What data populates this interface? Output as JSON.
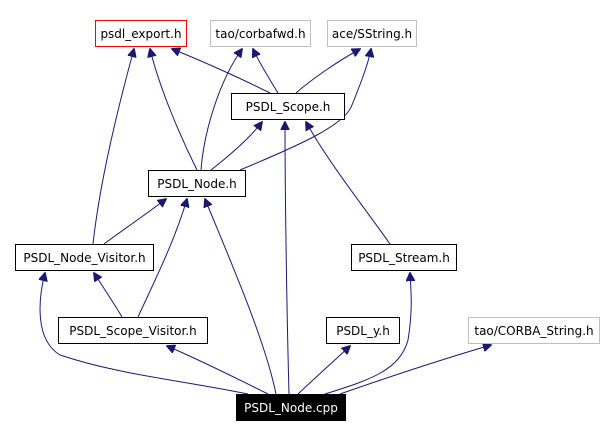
{
  "diagram": {
    "nodes": [
      {
        "id": "psdl_export",
        "label": "psdl_export.h",
        "style": "highlight",
        "link": true
      },
      {
        "id": "corbafwd",
        "label": "tao/corbafwd.h",
        "style": "external",
        "link": false
      },
      {
        "id": "sstring",
        "label": "ace/SString.h",
        "style": "external",
        "link": false
      },
      {
        "id": "scope",
        "label": "PSDL_Scope.h",
        "style": "normal",
        "link": true
      },
      {
        "id": "node",
        "label": "PSDL_Node.h",
        "style": "normal",
        "link": true
      },
      {
        "id": "node_visitor",
        "label": "PSDL_Node_Visitor.h",
        "style": "normal",
        "link": true
      },
      {
        "id": "stream",
        "label": "PSDL_Stream.h",
        "style": "normal",
        "link": true
      },
      {
        "id": "scope_visitor",
        "label": "PSDL_Scope_Visitor.h",
        "style": "normal",
        "link": true
      },
      {
        "id": "y",
        "label": "PSDL_y.h",
        "style": "normal",
        "link": true
      },
      {
        "id": "corba_string",
        "label": "tao/CORBA_String.h",
        "style": "external",
        "link": false
      },
      {
        "id": "node_cpp",
        "label": "PSDL_Node.cpp",
        "style": "root",
        "link": false
      }
    ],
    "edges": [
      {
        "from": "scope",
        "to": "psdl_export"
      },
      {
        "from": "scope",
        "to": "corbafwd"
      },
      {
        "from": "scope",
        "to": "sstring"
      },
      {
        "from": "node",
        "to": "psdl_export"
      },
      {
        "from": "node",
        "to": "corbafwd"
      },
      {
        "from": "node",
        "to": "sstring"
      },
      {
        "from": "node",
        "to": "scope"
      },
      {
        "from": "node_visitor",
        "to": "psdl_export"
      },
      {
        "from": "node_visitor",
        "to": "node"
      },
      {
        "from": "stream",
        "to": "scope"
      },
      {
        "from": "scope_visitor",
        "to": "node"
      },
      {
        "from": "scope_visitor",
        "to": "node_visitor"
      },
      {
        "from": "node_cpp",
        "to": "node"
      },
      {
        "from": "node_cpp",
        "to": "scope"
      },
      {
        "from": "node_cpp",
        "to": "node_visitor"
      },
      {
        "from": "node_cpp",
        "to": "scope_visitor"
      },
      {
        "from": "node_cpp",
        "to": "y"
      },
      {
        "from": "node_cpp",
        "to": "stream"
      },
      {
        "from": "node_cpp",
        "to": "corba_string"
      }
    ]
  },
  "colors": {
    "edge": "#191970",
    "normal_border": "#000000",
    "external_border": "#bfbfbf",
    "highlight_border": "#ff0000",
    "root_fill": "#000000",
    "root_text": "#ffffff",
    "text": "#000000"
  }
}
